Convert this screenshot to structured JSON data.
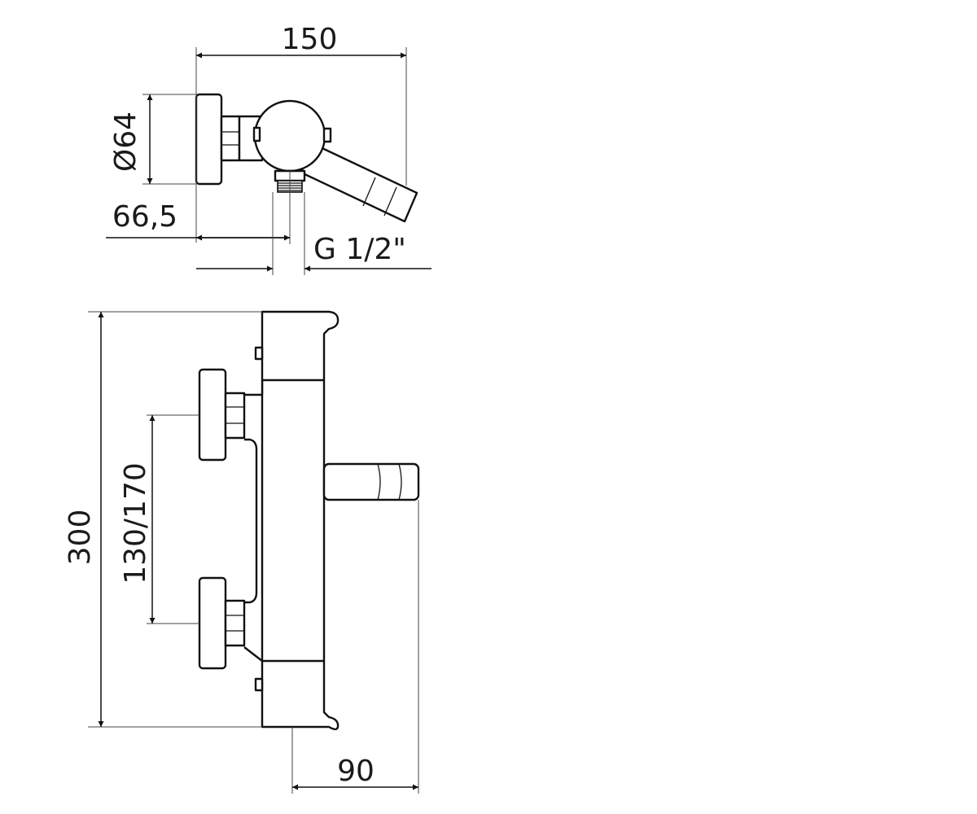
{
  "diagram": {
    "top_view": {
      "labels": {
        "overall_width": "150",
        "handle_diameter": "Ø64",
        "outlet_offset": "66,5",
        "thread": "G 1/2\""
      }
    },
    "front_view": {
      "labels": {
        "overall_height": "300",
        "inlet_centers": "130/170",
        "projection": "90"
      }
    },
    "line_color": "#111111",
    "background": "#ffffff"
  }
}
